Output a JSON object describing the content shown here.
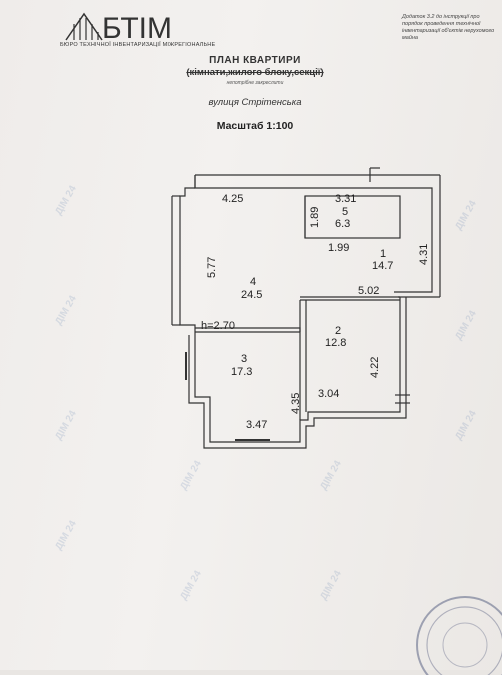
{
  "header": {
    "logo_text": "БТІМ",
    "logo_subtitle": "БЮРО ТЕХНІЧНОЇ ІНВЕНТАРИЗАЦІЇ МІЖРЕГІОНАЛЬНЕ",
    "addendum": "Додаток 3.2 до інструкції про порядок проведення технічної інвентаризації об'єктів нерухомого майна"
  },
  "title": "ПЛАН КВАРТИРИ",
  "subtitle": "(кімнати,жилого блоку,секції)",
  "subtitle_note": "непотрібне закреслити",
  "street": "вулиця Стрітенська",
  "scale": "Масштаб 1:100",
  "rooms": [
    {
      "number": "1",
      "area": "14.7"
    },
    {
      "number": "2",
      "area": "12.8"
    },
    {
      "number": "3",
      "area": "17.3"
    },
    {
      "number": "4",
      "area": "24.5"
    },
    {
      "number": "5",
      "area": "6.3"
    }
  ],
  "dimensions": {
    "top_left": "4.25",
    "room5_width": "3.31",
    "room5_height": "1.89",
    "hall_width": "1.99",
    "room1_height": "4.31",
    "room4_height": "5.77",
    "room2_top": "5.02",
    "ceiling_height": "h=2.70",
    "room2_height": "4.22",
    "room3_height": "4.35",
    "room2_width": "3.04",
    "room3_width": "3.47"
  },
  "watermark": "ДІМ 24"
}
